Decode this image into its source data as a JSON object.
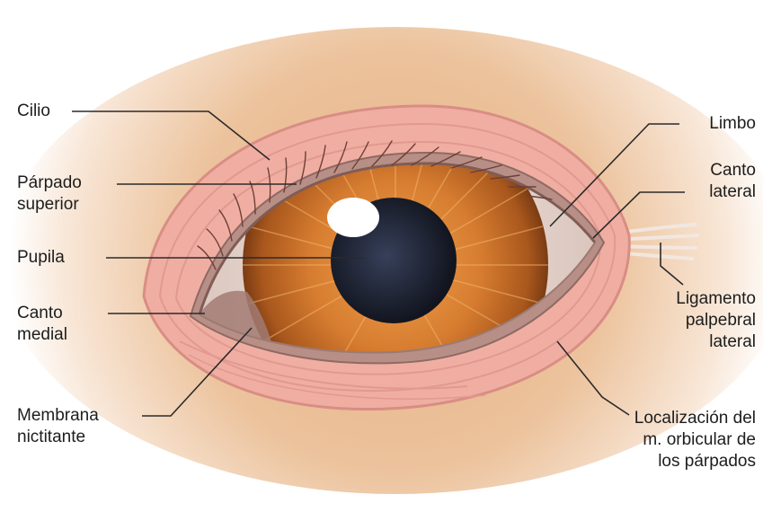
{
  "labels": {
    "cilio": [
      "Cilio"
    ],
    "parpado_superior": [
      "Párpado",
      "superior"
    ],
    "pupila": [
      "Pupila"
    ],
    "canto_medial": [
      "Canto",
      "medial"
    ],
    "membrana_nictitante": [
      "Membrana",
      "nictitante"
    ],
    "limbo": [
      "Limbo"
    ],
    "canto_lateral": [
      "Canto",
      "lateral"
    ],
    "ligamento_palpebral_lateral": [
      "Ligamento",
      "palpebral",
      "lateral"
    ],
    "localizacion_orbicular": [
      "Localización del",
      "m. orbicular de",
      "los párpados"
    ]
  },
  "colors": {
    "skin_center": "#e9b98e",
    "skin_edge": "#ffffff",
    "lid_ring": "#eda79c",
    "lid_ring_inner": "#d98d84",
    "conjunctiva": "#c89a8c",
    "iris_center": "#d9853a",
    "iris_edge": "#8a4516",
    "pupil": "#1a1f2e",
    "leader_line": "#2a2a2a"
  }
}
